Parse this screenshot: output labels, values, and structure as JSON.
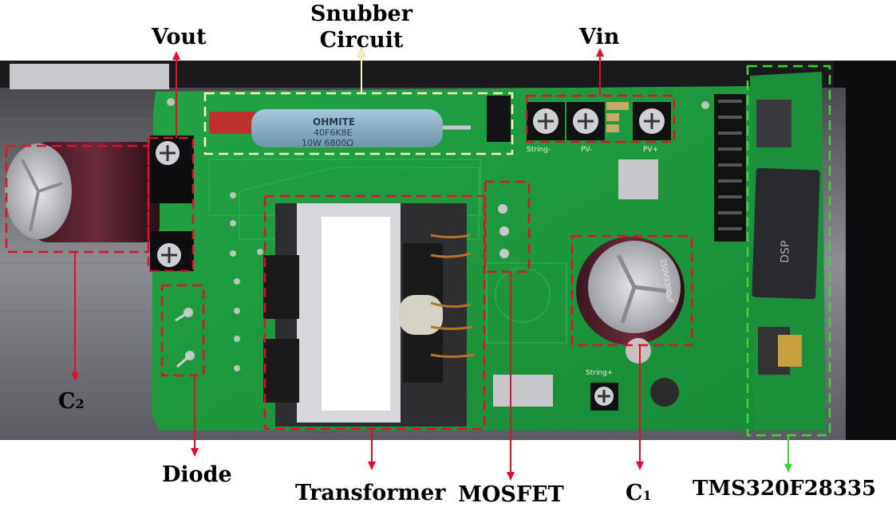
{
  "labels": {
    "vout": "Vout",
    "snubber_line1": "Snubber",
    "snubber_line2": "Circuit",
    "vin": "Vin",
    "c2_main": "C",
    "c2_sub": "2",
    "diode": "Diode",
    "transformer": "Transformer",
    "mosfet": "MOSFET",
    "c1_main": "C",
    "c1_sub": "1",
    "dsp": "TMS320F28335"
  },
  "board_text": {
    "resistor_brand": "OHMITE",
    "resistor_part": "40F6K8E",
    "resistor_rating": "10W 6800Ω",
    "terminal_1": "String-",
    "terminal_2": "PV-",
    "terminal_3": "PV+",
    "terminal_4": "String+",
    "dsp_chip": "DSP",
    "cap_c1_text": "250V3300µF"
  },
  "colors": {
    "annotation_red": "#e0102a",
    "annotation_green": "#3ed630",
    "annotation_cream": "#fff3c0",
    "pcb_green": "#1e9a3e"
  }
}
